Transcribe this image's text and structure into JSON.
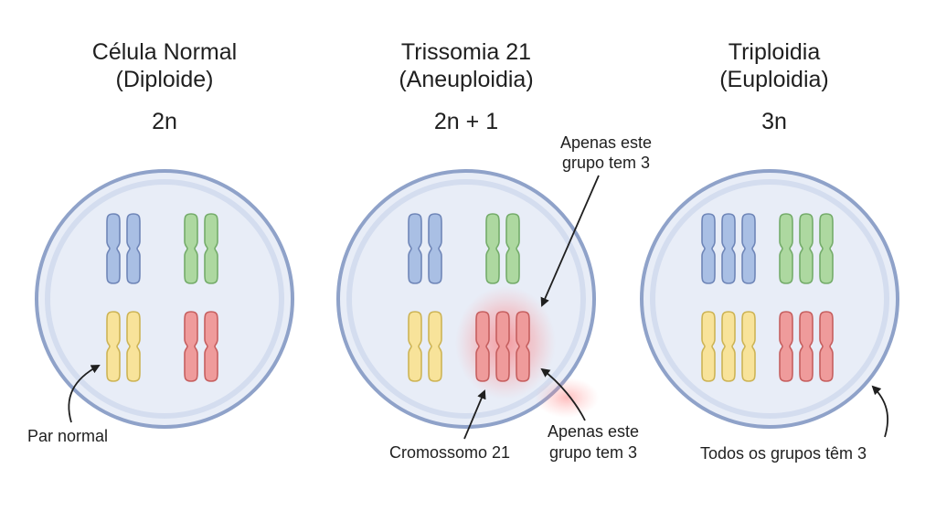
{
  "colors": {
    "blue": "#a9bfe4",
    "green": "#add8a0",
    "yellow": "#f8e39a",
    "red": "#ef9b9b",
    "cell_fill": "#e6ebf6",
    "cell_stroke": "#8fa2c9",
    "highlight": "#ff6b6b"
  },
  "panels": [
    {
      "title_line1": "Célula Normal",
      "title_line2": "(Diploide)",
      "notation": "2n",
      "copies_per_group": 2,
      "groups": [
        "blue",
        "green",
        "yellow",
        "red"
      ]
    },
    {
      "title_line1": "Trissomia 21",
      "title_line2": "(Aneuploidia)",
      "notation": "2n + 1",
      "copies_per_group": [
        2,
        2,
        2,
        3
      ],
      "highlighted_group": "red",
      "groups": [
        "blue",
        "green",
        "yellow",
        "red"
      ]
    },
    {
      "title_line1": "Triploidia",
      "title_line2": "(Euploidia)",
      "notation": "3n",
      "copies_per_group": 3,
      "groups": [
        "blue",
        "green",
        "yellow",
        "red"
      ]
    }
  ],
  "annotations": {
    "par_normal": "Par normal",
    "apenas_top_line1": "Apenas este",
    "apenas_top_line2": "grupo tem 3",
    "apenas_bottom_line1": "Apenas este",
    "apenas_bottom_line2": "grupo tem 3",
    "cromossomo": "Cromossomo 21",
    "todos": "Todos os grupos têm 3"
  }
}
